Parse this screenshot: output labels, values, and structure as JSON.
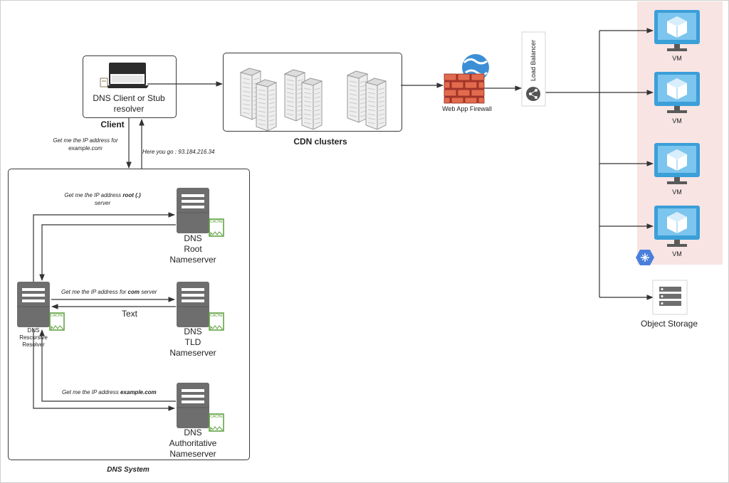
{
  "client": {
    "device_label_line1": "DNS Client or Stub",
    "device_label_line2": "resolver",
    "title": "Client"
  },
  "cdn": {
    "title": "CDN clusters"
  },
  "waf": {
    "label": "Web App Firewall"
  },
  "load_balancer": {
    "label": "Load Balancer"
  },
  "vms": [
    {
      "label": "VM"
    },
    {
      "label": "VM"
    },
    {
      "label": "VM"
    },
    {
      "label": "VM"
    }
  ],
  "object_storage": {
    "label": "Object Storage"
  },
  "dns_system": {
    "title": "DNS System",
    "resolver": {
      "line1": "DNS",
      "line2": "Rescursive",
      "line3": "Resolver"
    },
    "root": {
      "line1": "DNS",
      "line2": "Root",
      "line3": "Nameserver"
    },
    "tld": {
      "line1": "DNS",
      "line2": "TLD",
      "line3": "Nameserver"
    },
    "auth": {
      "line1": "DNS",
      "line2": "Authoritative",
      "line3": "Nameserver"
    },
    "cache_tag": "CACHE"
  },
  "messages": {
    "client_query_line1": "Get me the IP address for",
    "client_query_line2": "example.com",
    "client_reply_prefix": "Here you go : ",
    "client_reply_ip": "93.184.216.34",
    "root_query_prefix": "Get me the IP address ",
    "root_query_bold": "root (.)",
    "root_query_line2": "server",
    "com_query_prefix": "Get me the IP address for ",
    "com_query_bold": "com",
    "com_query_suffix": " server",
    "tld_reply": "Text",
    "auth_query_prefix": "Get me the IP address ",
    "auth_query_bold": "example.com"
  },
  "colors": {
    "server_gray": "#6e6e6e",
    "cache_green": "#5a9e3a",
    "vm_blue": "#3b9fd8",
    "vm_zone_bg": "#f7e4e3",
    "firewall_red": "#c0392b",
    "gcp_blue": "#4a7fdc"
  }
}
